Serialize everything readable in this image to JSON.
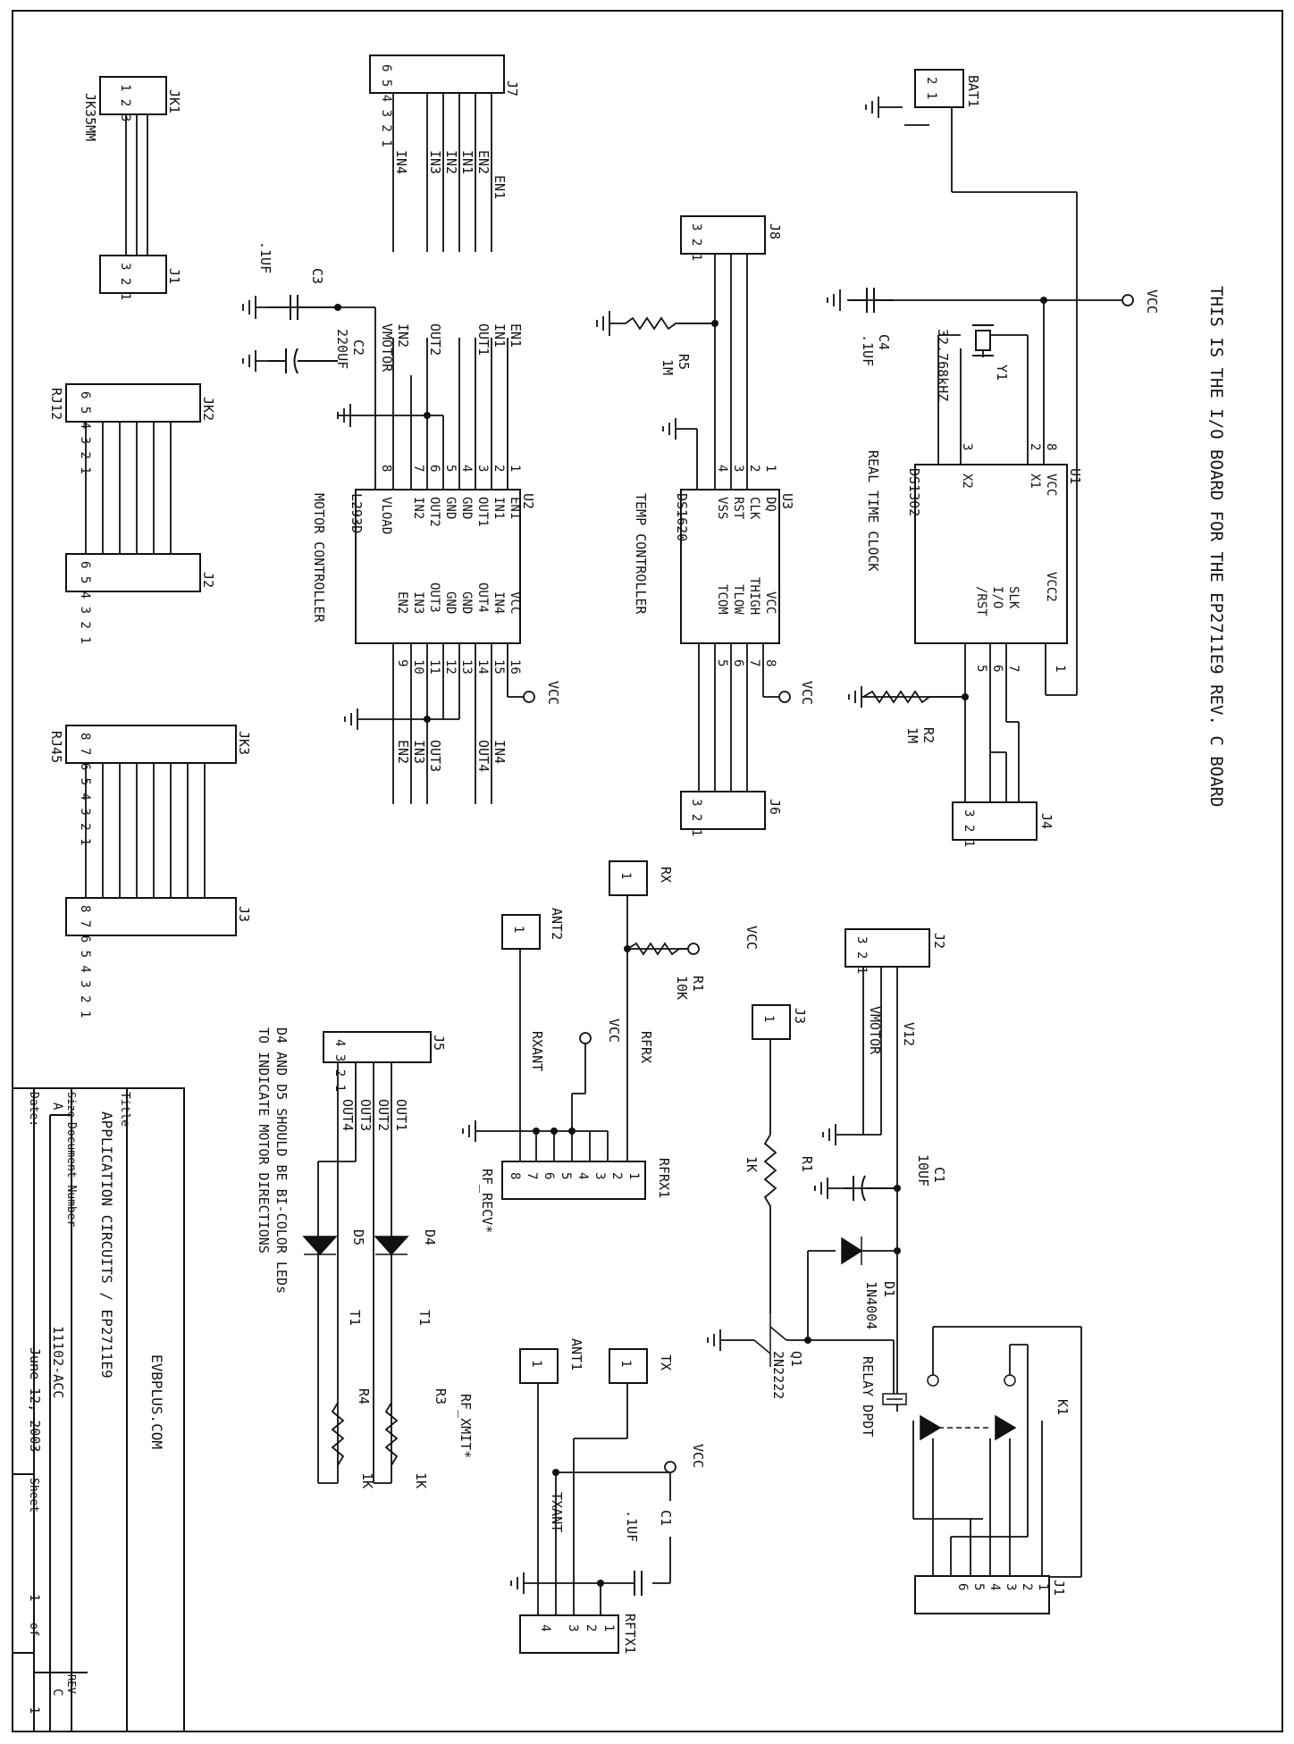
{
  "board_title": "THIS IS THE I/O BOARD FOR THE EP2711E9 REV. C BOARD",
  "note": [
    "D4 AND D5 SHOULD BE BI-COLOR LEDs",
    "TO INDICATE MOTOR DIRECTIONS"
  ],
  "title_block": {
    "company": "EVBPLUS.COM",
    "title_label": "Title",
    "title": "APPLICATION CIRCUITS / EP2711E9",
    "size_label": "Size",
    "size": "A",
    "docnum_label": "Document Number",
    "docnum": "11102-ACC",
    "rev_label": "REV",
    "rev": "C",
    "date_label": "Date:",
    "date": "June 12, 2003",
    "sheet_label": "Sheet",
    "sheet": "1",
    "of_label": "of",
    "of": "1"
  },
  "labels": {
    "jk1": "JK1",
    "jk1_type": "JK35MM",
    "j1a": "J1",
    "j7": "J7",
    "j7_nets": [
      "EN1",
      "EN2",
      "IN1",
      "IN2",
      "IN3",
      "IN4"
    ],
    "jk2": "JK2",
    "jk2_type": "RJ12",
    "j2a": "J2",
    "jk3": "JK3",
    "jk3_type": "RJ45",
    "j3a": "J3",
    "c3": "C3",
    "c3_val": ".1UF",
    "c2": "C2",
    "c2_val": "220UF",
    "u2": "U2",
    "u2_part": "L293D",
    "u2_desc": "MOTOR CONTROLLER",
    "u2_left_nets": [
      "EN1",
      "IN1",
      "OUT1",
      "OUT2",
      "IN2",
      "VMOTOR"
    ],
    "u2_right_nets": [
      "IN4",
      "OUT4",
      "OUT3",
      "IN3",
      "EN2"
    ],
    "u2_pins_l": [
      "1",
      "2",
      "3",
      "4",
      "5",
      "6",
      "7",
      "8"
    ],
    "u2_names_l": [
      "EN1",
      "IN1",
      "OUT1",
      "GND",
      "GND",
      "OUT2",
      "IN2",
      "VLOAD"
    ],
    "u2_pins_r": [
      "16",
      "15",
      "14",
      "13",
      "12",
      "11",
      "10",
      "9"
    ],
    "u2_names_r": [
      "VCC",
      "IN4",
      "OUT4",
      "GND",
      "GND",
      "OUT3",
      "IN3",
      "EN2"
    ],
    "j8": "J8",
    "r5": "R5",
    "r5_val": "1M",
    "u3": "U3",
    "u3_part": "DS1620",
    "u3_desc": "TEMP CONTROLLER",
    "u3_pins_l": [
      "1",
      "2",
      "3",
      "4"
    ],
    "u3_names_l": [
      "DQ",
      "CLK",
      "RST",
      "VSS"
    ],
    "u3_pins_r": [
      "8",
      "7",
      "6",
      "5"
    ],
    "u3_names_r": [
      "VCC",
      "THIGH",
      "TLOW",
      "TCOM"
    ],
    "j6": "J6",
    "bat1": "BAT1",
    "c4": "C4",
    "c4_val": ".1UF",
    "y1": "Y1",
    "y1_val": "32.768kHZ",
    "u1": "U1",
    "u1_part": "DS1302",
    "u1_desc": "REAL TIME CLOCK",
    "u1_pins_l": [
      "8",
      "2",
      "3"
    ],
    "u1_names_l": [
      "VCC",
      "X1",
      "X2"
    ],
    "u1_pins_r": [
      "1",
      "7",
      "6",
      "5"
    ],
    "u1_names_r": [
      "VCC2",
      "SLK",
      "I/O",
      "/RST"
    ],
    "r2": "R2",
    "r2_val": "1M",
    "j4": "J4",
    "vcc": "VCC",
    "rx": "RX",
    "ant2": "ANT2",
    "r1a": "R1",
    "r1a_val": "10K",
    "rxant": "RXANT",
    "rfrx": "RFRX",
    "rfrx1": "RFRX1",
    "rf_recv": "RF_RECV*",
    "j5": "J5",
    "j5_nets": [
      "OUT1",
      "OUT2",
      "OUT3",
      "OUT4"
    ],
    "d4": "D4",
    "d5": "D5",
    "t1": "T1",
    "r3": "R3",
    "r4": "R4",
    "r_val": "1K",
    "rf_xmit": "RF_XMIT*",
    "j2b": "J2",
    "v12": "V12",
    "vmotor": "VMOTOR",
    "c1a": "C1",
    "c1a_val": "10UF",
    "j3b": "J3",
    "r1b": "R1",
    "r1b_val": "1K",
    "d1": "D1",
    "d1_part": "1N4004",
    "q1": "Q1",
    "q1_part": "2N2222",
    "relay": "RELAY DPDT",
    "k1": "K1",
    "j1b": "J1",
    "tx": "TX",
    "ant1": "ANT1",
    "txant": "TXANT",
    "c1b": "C1",
    "c1b_val": ".1UF",
    "rftx1": "RFTX1"
  }
}
